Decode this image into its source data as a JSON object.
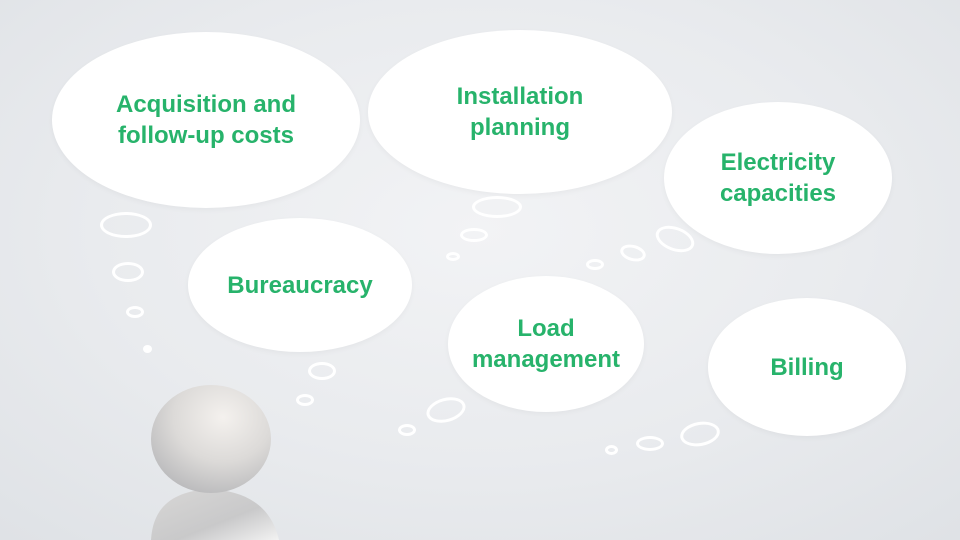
{
  "bubbles": {
    "acquisition": "Acquisition and\nfollow-up costs",
    "installation": "Installation\nplanning",
    "electricity": "Electricity\ncapacities",
    "bureaucracy": "Bureaucracy",
    "load": "Load\nmanagement",
    "billing": "Billing"
  },
  "colors": {
    "text": "#27b36b",
    "bubble": "#ffffff",
    "background": "#e9ebee"
  }
}
